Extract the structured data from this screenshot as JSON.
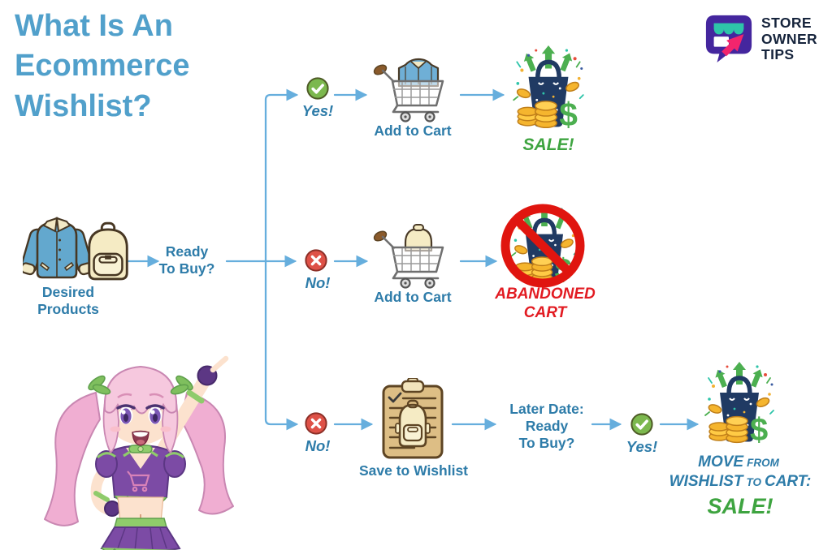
{
  "title": "What Is An\nEcommerce\nWishlist?",
  "logo": {
    "text": "STORE\nOWNER\nTIPS"
  },
  "flow": {
    "start_label": "Desired\nProducts",
    "decision_label": "Ready\nTo Buy?",
    "yes_branch": {
      "answer": "Yes!",
      "step_label": "Add to Cart",
      "outcome_label": "SALE!"
    },
    "no_cart_branch": {
      "answer": "No!",
      "step_label": "Add to Cart",
      "outcome_label": "ABANDONED\nCART"
    },
    "wishlist_branch": {
      "answer": "No!",
      "step_label": "Save to Wishlist",
      "later_label": "Later Date:\nReady\nTo Buy?",
      "later_answer": "Yes!",
      "outcome": {
        "move": "MOVE",
        "from": "FROM",
        "wishlist": "WISHLIST",
        "to": "TO",
        "cart": "CART:",
        "sale": "SALE!"
      }
    }
  },
  "icons": {
    "start": [
      "jacket-icon",
      "backpack-icon"
    ],
    "yes_badge": "check-icon",
    "no_badge": "cross-icon",
    "step_cart": "shopping-cart-icon",
    "sale": "shopping-bag-coins-icon",
    "abandoned": "no-entry-bag-icon",
    "wishlist": "clipboard-backpack-icon",
    "logo": "storefront-arrow-icon",
    "mascot": "anime-girl-mascot"
  },
  "colors": {
    "title_blue": "#51A0CB",
    "label_blue": "#2E7CA9",
    "connector_blue": "#66AEDD",
    "sale_green": "#3EA440",
    "alert_red": "#E21B22",
    "check_green": "#7CB84E",
    "cross_red": "#DE5147",
    "logo_purple": "#44269E",
    "logo_teal": "#2EC4A9",
    "logo_pink": "#F2256D",
    "logo_text": "#16243C"
  }
}
